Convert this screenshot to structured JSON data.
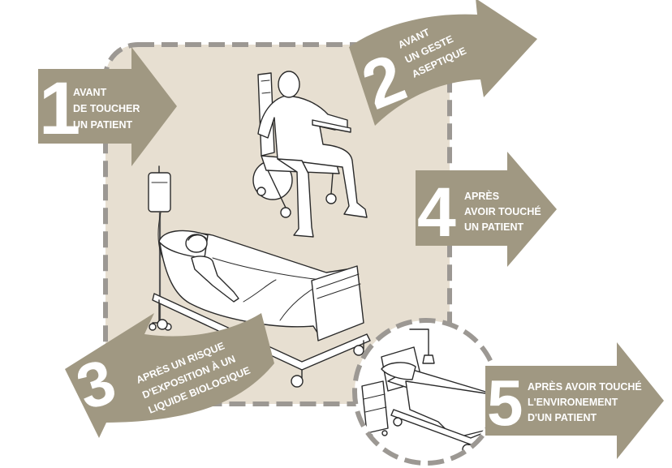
{
  "colors": {
    "arrow": "#a09882",
    "panel": "#e7dfd1",
    "dash": "#9c9893",
    "label": "#ffffff",
    "background": "#ffffff"
  },
  "icons": {
    "wheelchair": "wheelchair-person-icon",
    "iv": "iv-drip-icon",
    "bed": "patient-bed-icon",
    "room": "bedside-environment-icon"
  },
  "moments": [
    {
      "number": "1",
      "lines": [
        "AVANT",
        "DE TOUCHER",
        "UN PATIENT"
      ]
    },
    {
      "number": "2",
      "lines": [
        "AVANT",
        "UN GESTE",
        "ASEPTIQUE"
      ]
    },
    {
      "number": "3",
      "lines": [
        "APRÈS UN RISQUE",
        "D'EXPOSITION À UN",
        "LIQUIDE BIOLOGIQUE"
      ]
    },
    {
      "number": "4",
      "lines": [
        "APRÈS",
        "AVOIR TOUCHÉ",
        "UN PATIENT"
      ]
    },
    {
      "number": "5",
      "lines": [
        "APRÈS AVOIR TOUCHÉ",
        "L'ENVIRONEMENT",
        "D'UN PATIENT"
      ]
    }
  ]
}
